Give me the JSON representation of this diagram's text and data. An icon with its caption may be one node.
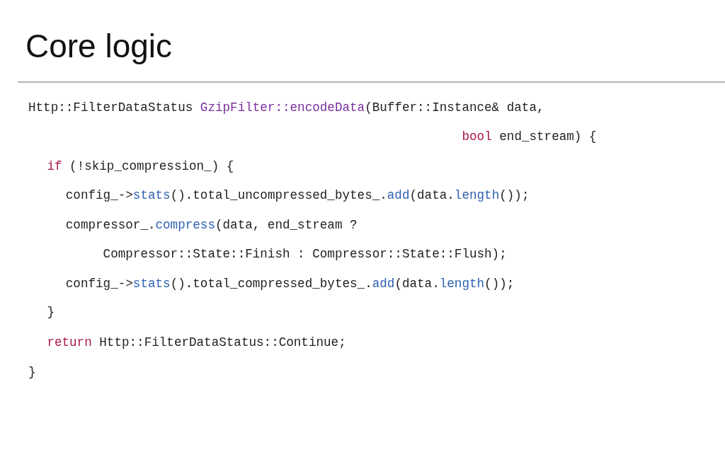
{
  "diagram": {
    "title": "Core logic",
    "labels": [
      "Http::FilterDataStatus GzipFilter::encodeData(Buffer::Instance& data,",
      "bool end_stream) {",
      "if (!skip_compression_) {",
      "config_->stats().total_uncompressed_bytes_.add(data.length());",
      "compressor_.compress(data, end_stream ?",
      "Compressor::State::Finish : Compressor::State::Flush);",
      "config_->stats().total_compressed_bytes_.add(data.length());",
      "}",
      "return Http::FilterDataStatus::Continue;",
      "}"
    ]
  }
}
